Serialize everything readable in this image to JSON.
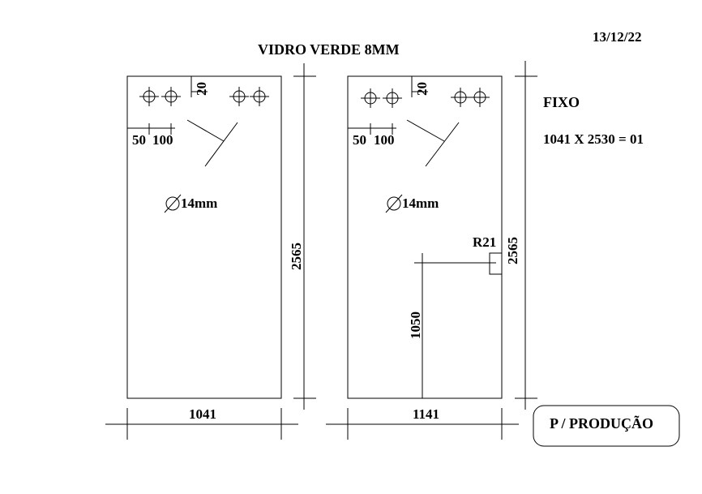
{
  "header": {
    "title": "VIDRO VERDE 8MM",
    "date": "13/12/22"
  },
  "info": {
    "type_label": "FIXO",
    "quantity_line": "1041 X 2530 = 01"
  },
  "panel_left": {
    "top_offset": "20",
    "hole_offsets": [
      "50",
      "100"
    ],
    "hole_diameter": "14mm",
    "height": "2565",
    "width": "1041"
  },
  "panel_right": {
    "top_offset": "20",
    "hole_offsets": [
      "50",
      "100"
    ],
    "hole_diameter": "14mm",
    "height": "2565",
    "width": "1141",
    "notch_radius": "R21",
    "notch_height": "1050"
  },
  "footer": {
    "stamp": "P / PRODUÇÃO"
  }
}
